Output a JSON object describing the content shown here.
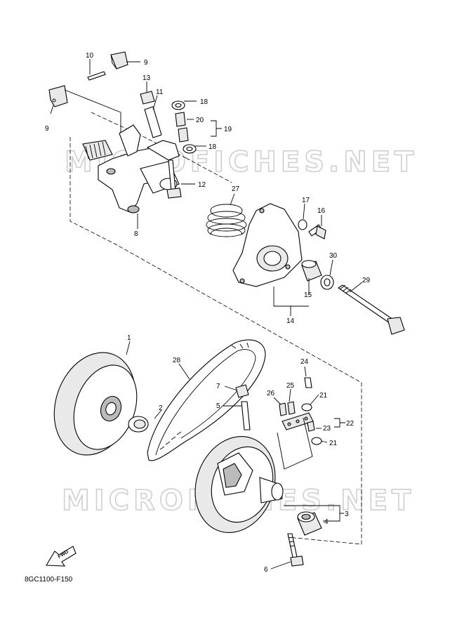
{
  "diagram": {
    "watermark_text": "MICROFICHES.NET",
    "drawing_code": "8GC1100-F150",
    "fwd_label": "FWD",
    "callouts": [
      {
        "id": "c1",
        "label": "1"
      },
      {
        "id": "c2",
        "label": "2"
      },
      {
        "id": "c3",
        "label": "3"
      },
      {
        "id": "c4",
        "label": "4"
      },
      {
        "id": "c5",
        "label": "5"
      },
      {
        "id": "c6",
        "label": "6"
      },
      {
        "id": "c7",
        "label": "7"
      },
      {
        "id": "c8",
        "label": "8"
      },
      {
        "id": "c9a",
        "label": "9"
      },
      {
        "id": "c9b",
        "label": "9"
      },
      {
        "id": "c10",
        "label": "10"
      },
      {
        "id": "c11",
        "label": "11"
      },
      {
        "id": "c12",
        "label": "12"
      },
      {
        "id": "c13",
        "label": "13"
      },
      {
        "id": "c14",
        "label": "14"
      },
      {
        "id": "c15",
        "label": "15"
      },
      {
        "id": "c16",
        "label": "16"
      },
      {
        "id": "c17",
        "label": "17"
      },
      {
        "id": "c18a",
        "label": "18"
      },
      {
        "id": "c18b",
        "label": "18"
      },
      {
        "id": "c19",
        "label": "19"
      },
      {
        "id": "c20",
        "label": "20"
      },
      {
        "id": "c21a",
        "label": "21"
      },
      {
        "id": "c21b",
        "label": "21"
      },
      {
        "id": "c22",
        "label": "22"
      },
      {
        "id": "c23",
        "label": "23"
      },
      {
        "id": "c24",
        "label": "24"
      },
      {
        "id": "c25",
        "label": "25"
      },
      {
        "id": "c26",
        "label": "26"
      },
      {
        "id": "c27",
        "label": "27"
      },
      {
        "id": "c28",
        "label": "28"
      },
      {
        "id": "c29",
        "label": "29"
      },
      {
        "id": "c30",
        "label": "30"
      }
    ]
  }
}
